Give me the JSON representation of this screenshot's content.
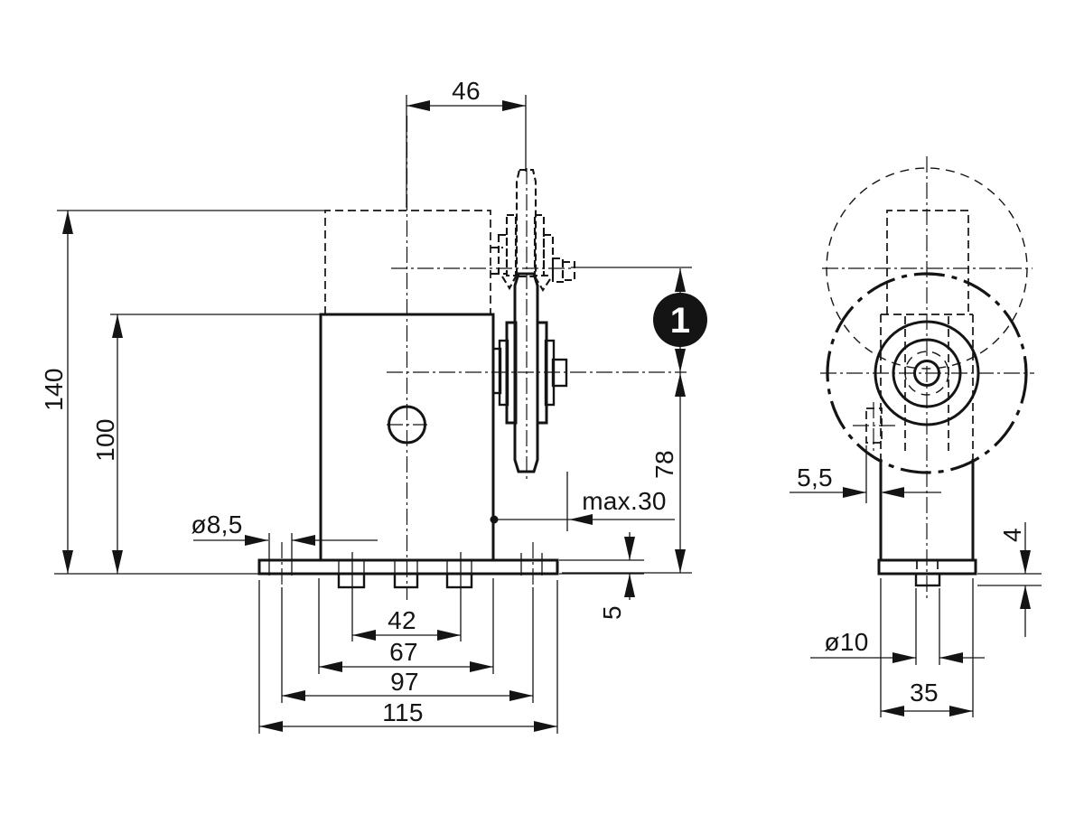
{
  "drawing": {
    "colors": {
      "ink": "#141414",
      "background": "#ffffff"
    },
    "marker": {
      "label": "1"
    },
    "front_view": {
      "dimensions": {
        "roller_offset": "46",
        "total_height": "140",
        "body_height": "100",
        "slot_diameter": "ø8,5",
        "max_travel": "max.30",
        "roller_axis_height": "78",
        "plate_thickness": "5",
        "tab_spacing": "42",
        "body_width": "67",
        "slot_spacing": "97",
        "plate_width": "115"
      }
    },
    "side_view": {
      "dimensions": {
        "face_offset": "5,5",
        "tab_height": "4",
        "tab_diameter": "ø10",
        "body_depth": "35"
      }
    }
  }
}
